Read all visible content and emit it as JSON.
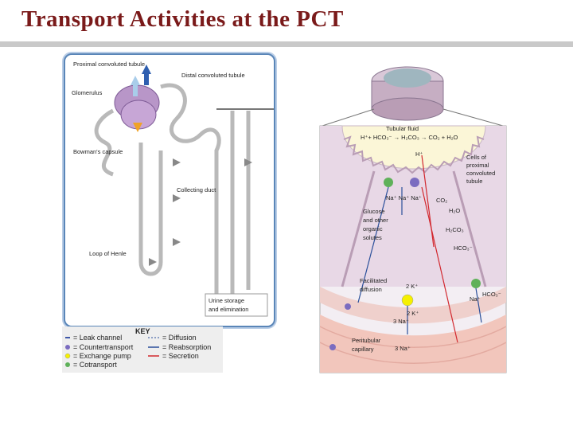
{
  "title": "Transport Activities at the PCT",
  "left_panel": {
    "proximal": "Proximal convoluted tubule",
    "distal": "Distal convoluted tubule",
    "glomerulus": "Glomerulus",
    "bowmans": "Bowman's capsule",
    "collecting": "Collecting duct",
    "henle": "Loop of Henle",
    "urine_1": "Urine storage",
    "urine_2": "and elimination"
  },
  "key": {
    "title": "KEY",
    "items": [
      "= Leak channel",
      "= Countertransport",
      "= Exchange pump",
      "= Cotransport",
      "= Diffusion",
      "= Reabsorption",
      "= Secretion"
    ]
  },
  "right_panel": {
    "tubular_fluid": "Tubular fluid",
    "equation": "H⁺+ HCO₃⁻ → H₂CO₃ → CO₂ + H₂O",
    "h_plus": "H⁺",
    "cells_1": "Cells of",
    "cells_2": "proximal",
    "cells_3": "convoluted",
    "cells_4": "tubule",
    "na_na_na": "Na⁺ Na⁺ Na⁺",
    "co2": "CO₂",
    "h2o": "H₂O",
    "h2co3": "H₂CO₃",
    "hco3": "HCO₃⁻",
    "glucose_1": "Glucose",
    "glucose_2": "and other",
    "glucose_3": "organic",
    "glucose_4": "solutes",
    "facilitated_1": "Facilitated",
    "facilitated_2": "diffusion",
    "two_k_top": "2 K⁺",
    "two_k_bottom": "2 K⁺",
    "three_na": "3 Na⁺",
    "three_na_bottom": "3 Na⁺",
    "na_plus": "Na⁺",
    "hco3_right": "HCO₃⁻",
    "peritubular_1": "Peritubular",
    "peritubular_2": "capillary"
  },
  "colors": {
    "title": "#7a1a1a",
    "cytoplasm": "#e8d8e6",
    "capillary": "#f2c6bc",
    "exchange_pump": "#f5f000",
    "cotransport": "#5fb15a",
    "countertransport": "#7b6cc0",
    "leak_channel": "#3e57a8",
    "secretion": "#d2282f",
    "reabsorption": "#2a4f9a"
  }
}
